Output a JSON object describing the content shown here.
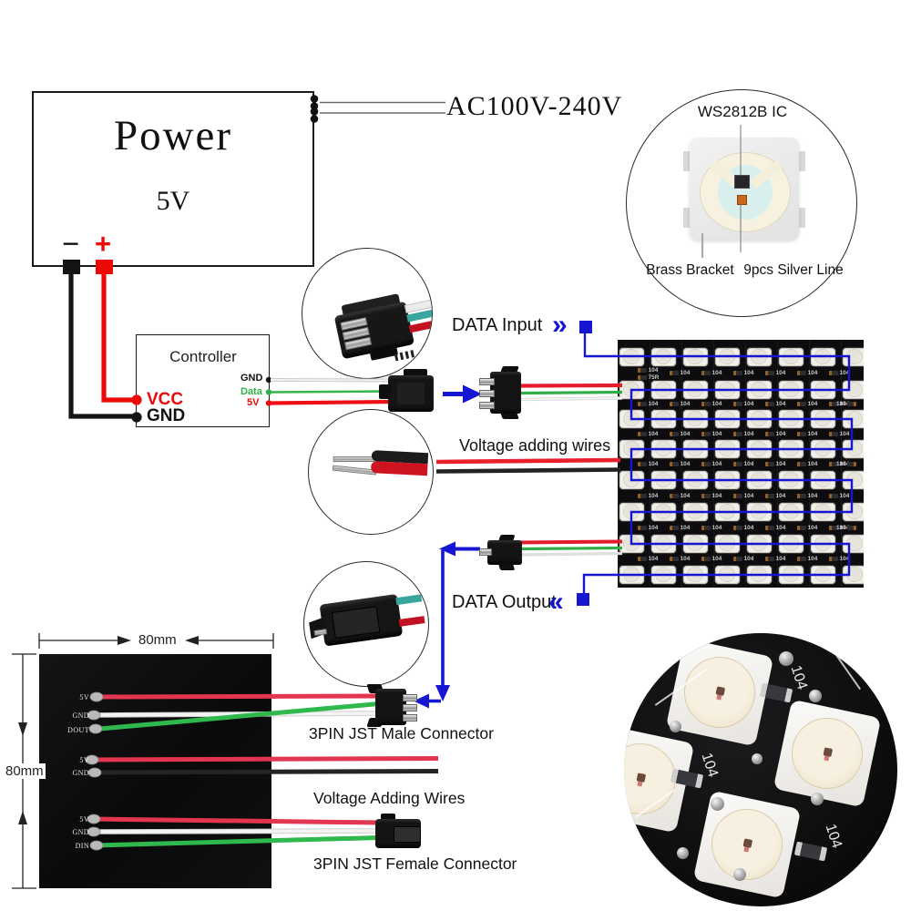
{
  "colors": {
    "blue_accent": "#1515d2",
    "wire_red": "#e31b2d",
    "wire_red_pink": "#e23550",
    "wire_green": "#2fb04a",
    "wire_white": "#f2f2f2",
    "wire_black": "#222222",
    "wire_teal": "#39a59f",
    "pcb_black": "#0d0d0f",
    "pure_red": "#ee0909"
  },
  "power": {
    "title": "Power",
    "voltage": "5V",
    "minus": "−",
    "plus": "+"
  },
  "ac": {
    "label": "AC100V-240V"
  },
  "chip_inset": {
    "title": "WS2812B IC",
    "bracket_label": "Brass Bracket",
    "silver_label": "9pcs Silver Line"
  },
  "controller": {
    "title": "Controller",
    "left_pins": [
      {
        "label": "VCC"
      },
      {
        "label": "GND"
      }
    ],
    "right_pins": [
      {
        "label": "GND"
      },
      {
        "label": "Data"
      },
      {
        "label": "5V"
      }
    ]
  },
  "data_input": {
    "label": "DATA Input",
    "chevrons": "»"
  },
  "voltage_mid": {
    "label": "Voltage adding wires"
  },
  "data_output": {
    "label": "DATA Output",
    "chevrons": "«"
  },
  "matrix": {
    "rows": 8,
    "cols": 8,
    "cap_label": "104",
    "res_label": "75R"
  },
  "closeup": {
    "cap_label": "104"
  },
  "back_panel": {
    "dim_width": "80mm",
    "dim_height": "80mm",
    "wire_groups": [
      {
        "wires": [
          {
            "label": "5V"
          },
          {
            "label": "GND"
          },
          {
            "label": "DOUT"
          }
        ]
      },
      {
        "wires": [
          {
            "label": "5V"
          },
          {
            "label": "GND"
          }
        ]
      },
      {
        "wires": [
          {
            "label": "5V"
          },
          {
            "label": "GND"
          },
          {
            "label": "DIN"
          }
        ]
      }
    ],
    "male_connector_label": "3PIN JST Male Connector",
    "voltage_wires_label": "Voltage Adding Wires",
    "female_connector_label": "3PIN JST Female Connector"
  }
}
